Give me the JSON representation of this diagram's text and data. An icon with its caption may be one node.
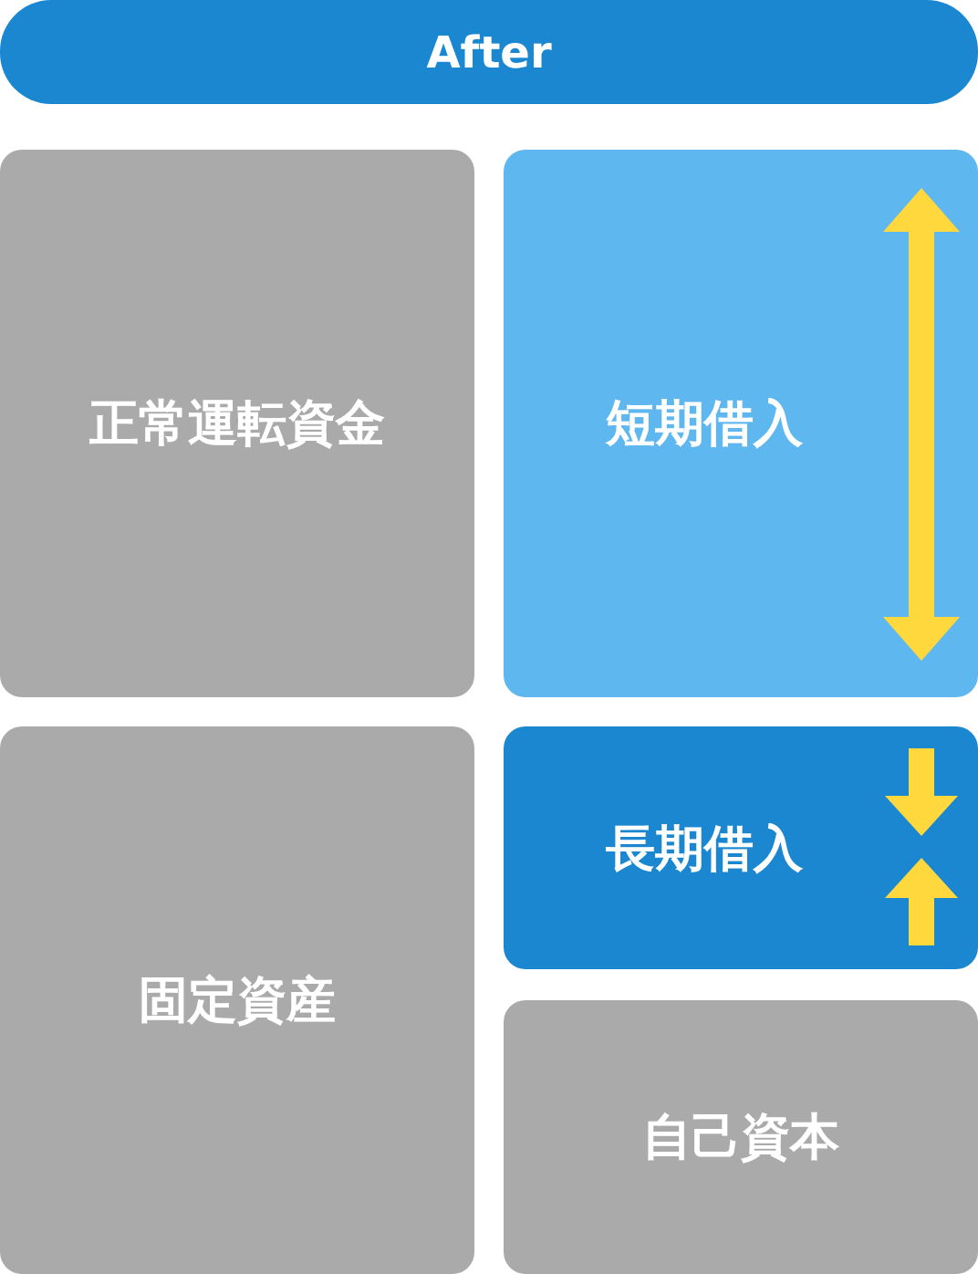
{
  "diagram": {
    "nodes": [
      {
        "text": [
          "After"
        ]
      },
      {
        "text": [
          "正常運転資金"
        ]
      },
      {
        "text": [
          "短期借入"
        ]
      },
      {
        "text": [
          "固定資産"
        ]
      },
      {
        "text": [
          "長期借入"
        ]
      },
      {
        "text": [
          "自己資本"
        ]
      }
    ]
  }
}
